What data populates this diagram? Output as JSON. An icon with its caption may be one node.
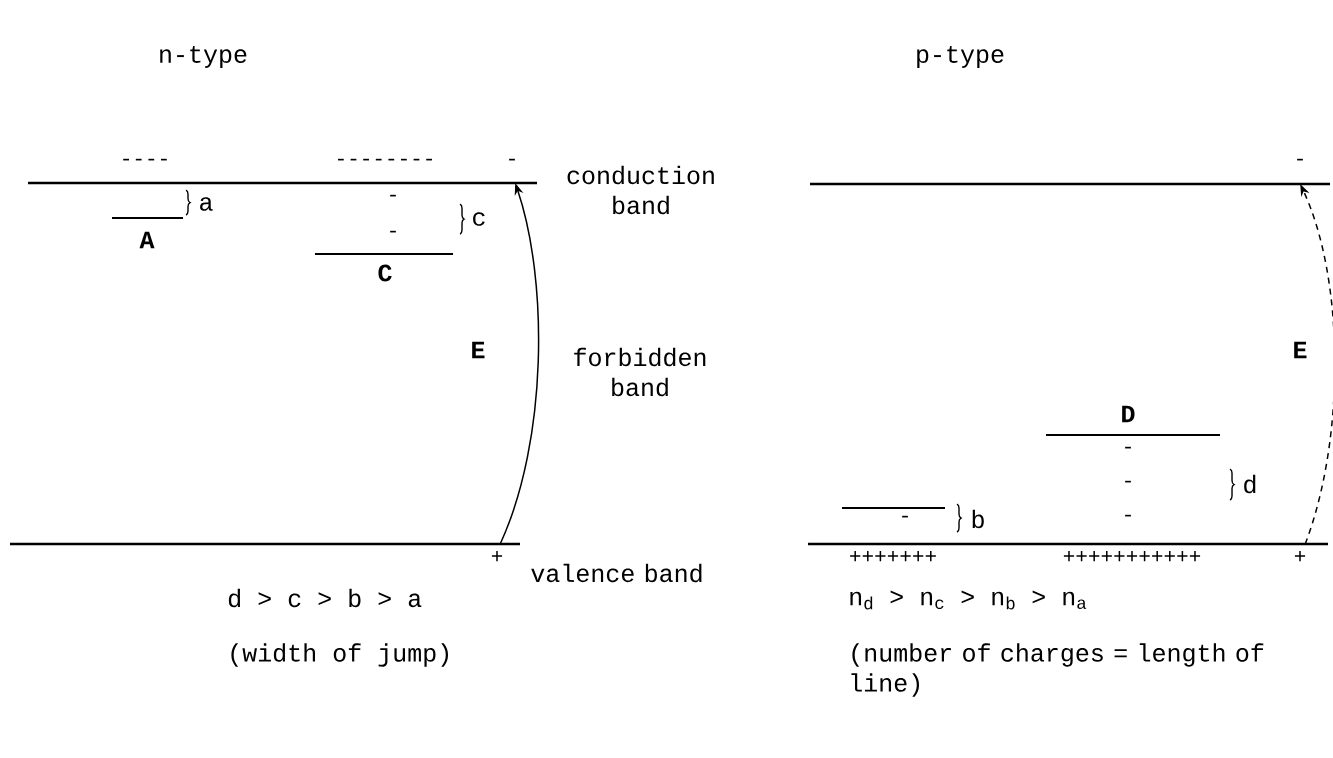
{
  "diagram": {
    "nodes": [
      {
        "text": [],
        "shape": "bar"
      },
      {
        "text": [],
        "shape": "bar"
      },
      {
        "text": [],
        "shape": "bar"
      },
      {
        "text": [],
        "shape": "bar"
      }
    ],
    "edges": [
      {
        "from": 1,
        "to": 0,
        "arrow": "to",
        "label": "E"
      },
      {
        "from": 3,
        "to": 2,
        "arrow": "to",
        "label": "E",
        "style": "dashed"
      }
    ],
    "labels": [
      "n-type",
      "p-type",
      "----",
      "--------",
      "-",
      "-",
      "conduction band",
      "a",
      "-",
      "c",
      "A",
      "-",
      "C",
      "forbidden band",
      "D",
      "-",
      "-",
      "d",
      "-",
      "b",
      "-",
      "valence band",
      "+",
      "+++++++",
      "+++++++++++",
      "+",
      "d > c > b > a",
      "n$_{d}$ > n$_{c}$ > n$_{b}$ > n$_{a}$",
      "(width of jump)",
      "(number of charges = length of line)"
    ]
  }
}
